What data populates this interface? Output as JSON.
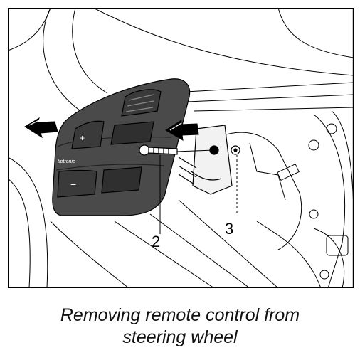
{
  "figure": {
    "button_logo": "tiptronic",
    "callouts": {
      "screw": "2",
      "clip": "3"
    }
  },
  "caption": {
    "line1": "Removing remote control from",
    "line2": "steering wheel"
  }
}
